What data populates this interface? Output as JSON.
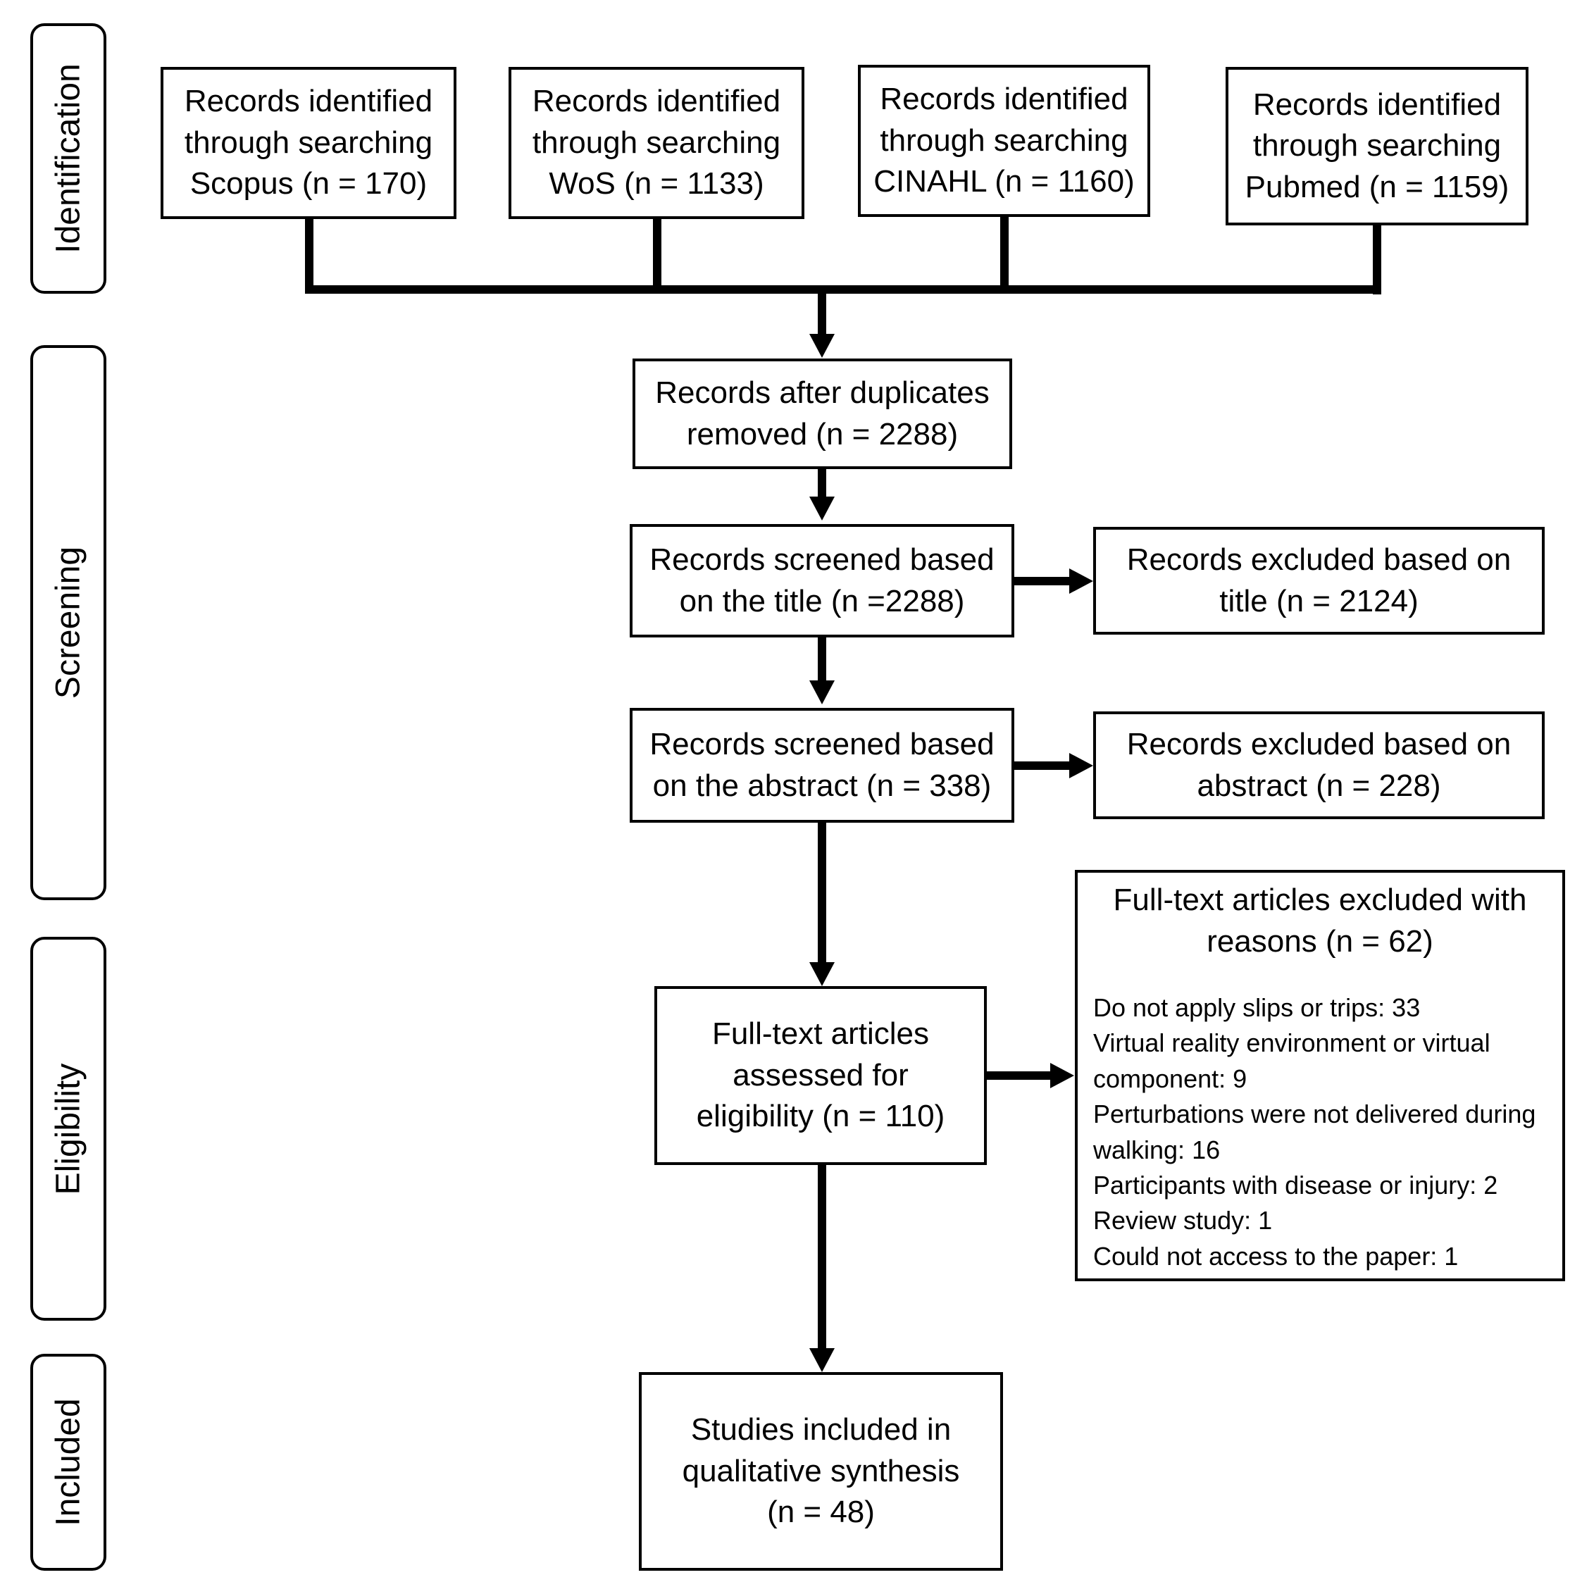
{
  "stages": [
    "Identification",
    "Screening",
    "Eligibility",
    "Included"
  ],
  "sources": [
    {
      "line1": "Records identified",
      "line2": "through searching",
      "line3": "Scopus (n = 170)"
    },
    {
      "line1": "Records identified",
      "line2": "through searching",
      "line3": "WoS (n = 1133)"
    },
    {
      "line1": "Records identified",
      "line2": "through searching",
      "line3": "CINAHL (n = 1160)"
    },
    {
      "line1": "Records identified",
      "line2": "through searching",
      "line3": "Pubmed (n = 1159)"
    }
  ],
  "duplicates": {
    "line1": "Records after duplicates",
    "line2": "removed (n = 2288)"
  },
  "title_screen": {
    "line1": "Records screened based",
    "line2": "on the title (n =2288)"
  },
  "title_excluded": {
    "line1": "Records excluded based on",
    "line2": "title (n = 2124)"
  },
  "abstract_screen": {
    "line1": "Records screened based",
    "line2": "on the abstract (n = 338)"
  },
  "abstract_excluded": {
    "line1": "Records excluded based on",
    "line2": "abstract (n = 228)"
  },
  "fulltext": {
    "line1": "Full-text articles",
    "line2": "assessed for",
    "line3": "eligibility (n = 110)"
  },
  "fulltext_excluded": {
    "line1": "Full-text articles excluded with",
    "line2": "reasons (n = 62)",
    "reasons": [
      "Do not apply slips or trips: 33",
      "Virtual reality environment or virtual component: 9",
      "Perturbations were not delivered during walking: 16",
      "Participants with disease or injury: 2",
      "Review study: 1",
      "Could not access to the paper: 1"
    ]
  },
  "included": {
    "line1": "Studies included in",
    "line2": "qualitative synthesis",
    "line3": "(n = 48)"
  }
}
